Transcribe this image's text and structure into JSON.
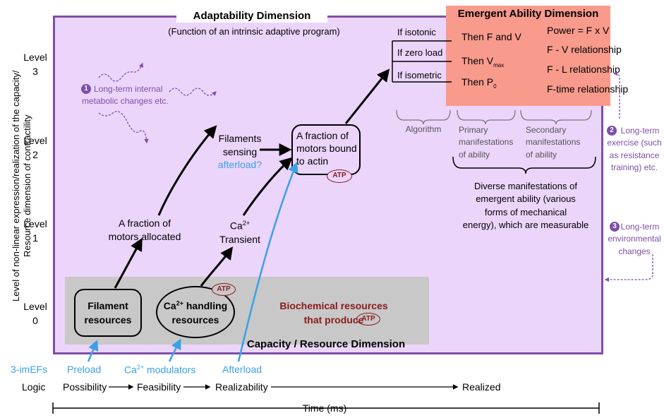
{
  "adaptability": {
    "title": "Adaptability Dimension",
    "subtitle": "(Function of an intrinsic adaptive program)"
  },
  "emergent": {
    "title": "Emergent Ability Dimension",
    "power": "Power = F x V",
    "fv": "F - V relationship",
    "fl": "F - L relationship",
    "ft": "F-time relationship"
  },
  "algorithm": {
    "if_isotonic": "If isotonic",
    "if_zero": "If zero load",
    "if_isometric": "If isometric",
    "then_fv": "Then F and V",
    "then_v": "Then V",
    "then_v_sub": "max",
    "then_p": "Then P",
    "then_p_sub": "0"
  },
  "labels": {
    "algorithm": "Algorithm",
    "primary": "Primary\nmanifestations\nof ability",
    "secondary": "Secondary\nmanifestations\nof ability",
    "diverse": "Diverse manifestations of\nemergent ability (various\nforms of mechanical\nenergy), which are measurable"
  },
  "y_axis": {
    "title": "Level of non-linear expression/realization of the capacity/\nResource dimension of contractility",
    "levels": [
      "Level\n3",
      "Level\n2",
      "Level\n1",
      "Level\n0"
    ]
  },
  "adaptations": [
    {
      "num": "1",
      "text": "Long-term internal\nmetabolic changes etc."
    },
    {
      "num": "2",
      "text": "Long-term\nexercise (such\nas resistance\ntraining) etc."
    },
    {
      "num": "3",
      "text": "Long-term\nenvironmental\nchanges"
    }
  ],
  "nodes": {
    "filament_resources": "Filament\nresources",
    "ca_handling_sup": "2+",
    "ca_handling_pre": "Ca",
    "ca_handling_post": " handling\nresources",
    "fraction_allocated": "A fraction of\nmotors allocated",
    "ca_transient_pre": "Ca",
    "ca_transient_sup": "2+",
    "ca_transient_post": "Transient",
    "filaments_sensing": "Filaments\nsensing",
    "afterload_q": "afterload?",
    "motors_bound": "A fraction of\nmotors bound\nto actin",
    "biochemical": "Biochemical resources\nthat produce",
    "atp": "ATP"
  },
  "capacity_title": "Capacity / Resource Dimension",
  "imefs": {
    "label": "3-imEFs",
    "preload": "Preload",
    "ca_mod_pre": "Ca",
    "ca_mod_sup": "2+",
    "ca_mod_post": " modulators",
    "afterload": "Afterload"
  },
  "logic": {
    "label": "Logic",
    "steps": [
      "Possibility",
      "Feasibility",
      "Realizability",
      "Realized"
    ]
  },
  "time_label": "Time (ms)",
  "colors": {
    "frame": "#7d4fa8",
    "panel": "#ecd5fb",
    "capacity": "#c8c8c8",
    "emergent": "#f89a8c",
    "blue": "#3aa0e8",
    "dark_red": "#8b1a1a"
  }
}
